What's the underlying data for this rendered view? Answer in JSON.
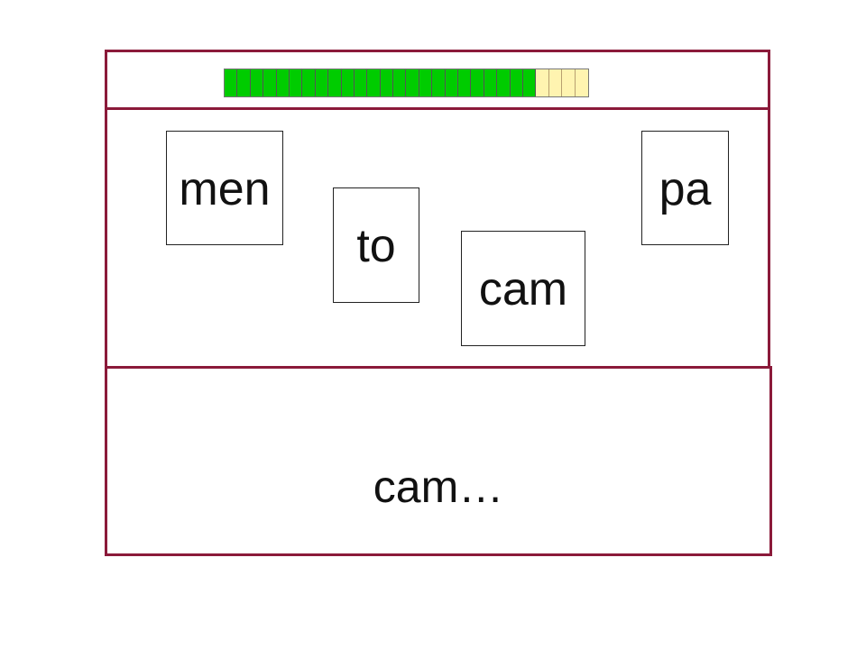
{
  "progress": {
    "completed": 24,
    "total": 28
  },
  "cards": [
    {
      "id": "men",
      "label": "men"
    },
    {
      "id": "to",
      "label": "to"
    },
    {
      "id": "cam",
      "label": "cam"
    },
    {
      "id": "pa",
      "label": "pa"
    }
  ],
  "answer": {
    "text": "cam…"
  },
  "colors": {
    "border": "#8b1a3a",
    "progress_done": "#00cc00",
    "progress_todo": "#fff4b0"
  }
}
